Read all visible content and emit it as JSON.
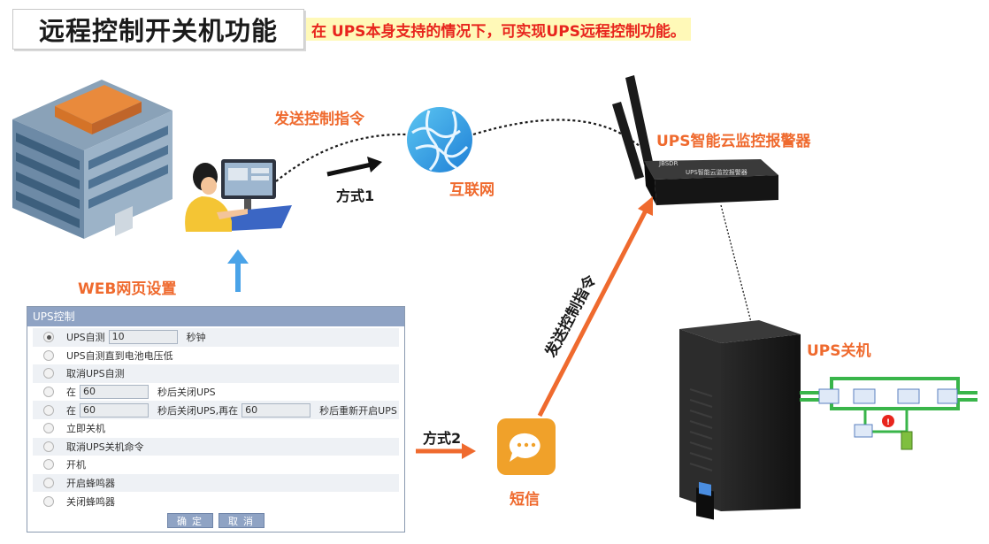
{
  "header": {
    "title": "远程控制开关机功能",
    "subtitle": "在 UPS本身支持的情况下，可实现UPS远程控制功能。"
  },
  "labels": {
    "send_command_top": "发送控制指令",
    "method1": "方式1",
    "internet": "互联网",
    "device": "UPS智能云监控报警器",
    "device_brand": "JBSDR",
    "device_print": "UPS智能云监控报警器",
    "send_command_diag": "发送控制指令",
    "web_settings": "WEB网页设置",
    "method2": "方式2",
    "sms": "短信",
    "ups_off": "UPS关机"
  },
  "panel": {
    "title": "UPS控制",
    "rows": [
      {
        "pre": "UPS自测",
        "v1": "10",
        "mid": "秒钟",
        "v2": "",
        "post": "",
        "checked": true
      },
      {
        "pre": "UPS自测直到电池电压低",
        "v1": "",
        "mid": "",
        "v2": "",
        "post": "",
        "checked": false
      },
      {
        "pre": "取消UPS自测",
        "v1": "",
        "mid": "",
        "v2": "",
        "post": "",
        "checked": false
      },
      {
        "pre": "在",
        "v1": "60",
        "mid": "秒后关闭UPS",
        "v2": "",
        "post": "",
        "checked": false
      },
      {
        "pre": "在",
        "v1": "60",
        "mid": "秒后关闭UPS,再在",
        "v2": "60",
        "post": "秒后重新开启UPS",
        "checked": false
      },
      {
        "pre": "立即关机",
        "v1": "",
        "mid": "",
        "v2": "",
        "post": "",
        "checked": false
      },
      {
        "pre": "取消UPS关机命令",
        "v1": "",
        "mid": "",
        "v2": "",
        "post": "",
        "checked": false
      },
      {
        "pre": "开机",
        "v1": "",
        "mid": "",
        "v2": "",
        "post": "",
        "checked": false
      },
      {
        "pre": "开启蜂鸣器",
        "v1": "",
        "mid": "",
        "v2": "",
        "post": "",
        "checked": false
      },
      {
        "pre": "关闭蜂鸣器",
        "v1": "",
        "mid": "",
        "v2": "",
        "post": "",
        "checked": false
      }
    ],
    "confirm": "确定",
    "cancel": "取消"
  },
  "colors": {
    "accent_orange": "#ef6a2e",
    "title_red": "#e8251d",
    "highlight_yellow": "#fff9b8",
    "arrow_blue": "#4aa3e8",
    "panel_header": "#8fa3c4",
    "circuit_green": "#39b54a"
  },
  "icons": [
    "office-building-icon",
    "user-at-computer-icon",
    "globe-icon",
    "router-device-icon",
    "ups-tower-icon",
    "sms-chat-icon",
    "ups-circuit-diagram-icon"
  ]
}
